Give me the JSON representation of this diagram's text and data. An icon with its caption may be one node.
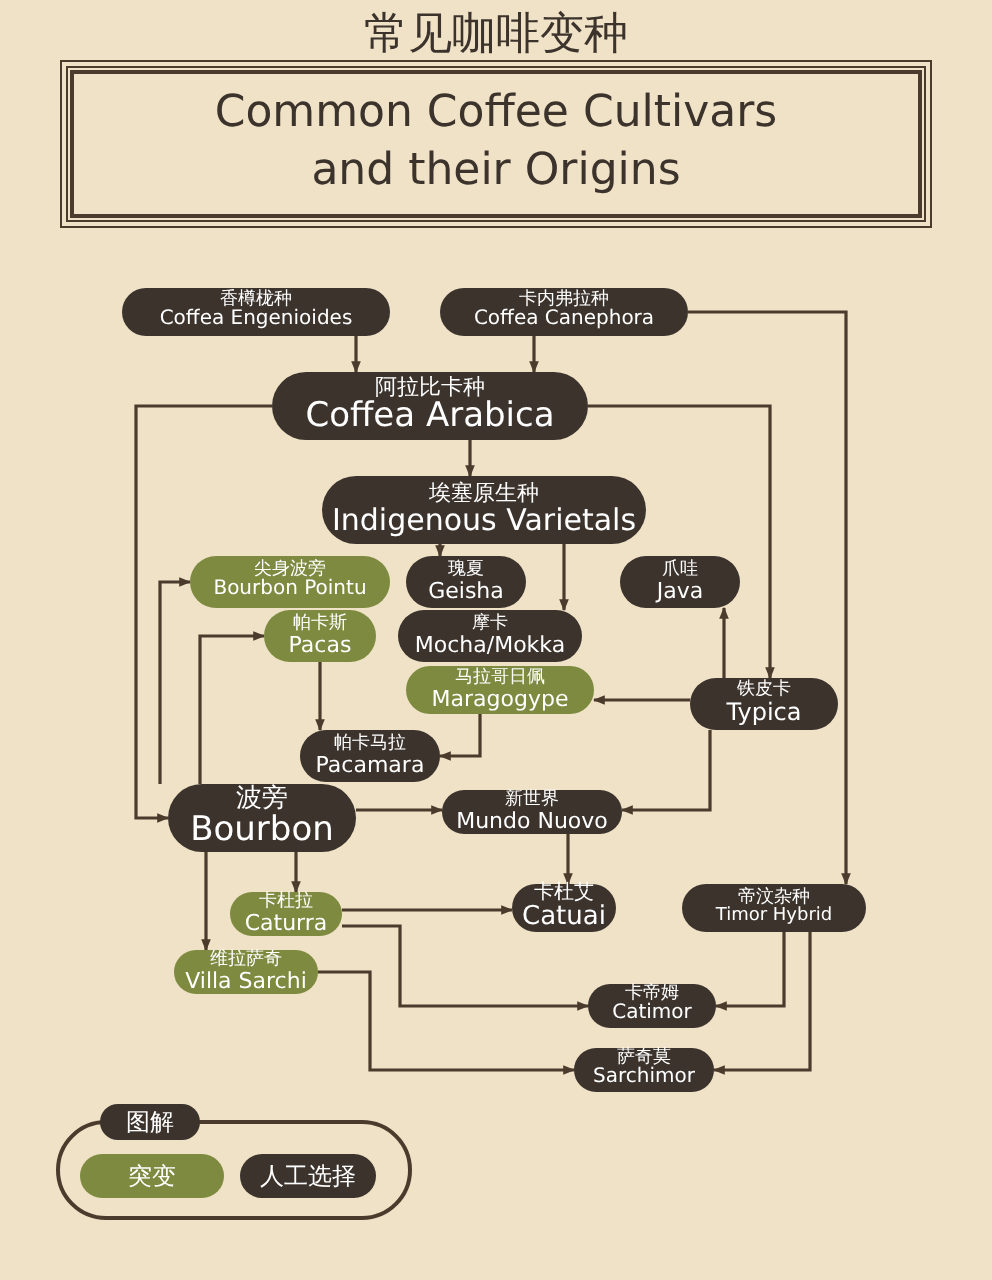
{
  "diagram": {
    "title": "常见咖啡变种",
    "nodes": [
      {
        "text": [
          "Common Coffee Cultivars and their Origins"
        ]
      },
      {
        "text": [
          "香樽栊种",
          "Coffea Engenioides"
        ]
      },
      {
        "text": [
          "卡内弗拉种",
          "Coffea Canephora"
        ]
      },
      {
        "text": [
          "阿拉比卡种",
          "Coffea Arabica"
        ]
      },
      {
        "text": [
          "埃塞原生种",
          "Indigenous Varietals"
        ]
      },
      {
        "text": [
          "尖身波旁",
          "Bourbon Pointu"
        ]
      },
      {
        "text": [
          "瑰夏",
          "Geisha"
        ]
      },
      {
        "text": [
          "爪哇",
          "Java"
        ]
      },
      {
        "text": [
          "帕卡斯",
          "Pacas"
        ]
      },
      {
        "text": [
          "摩卡",
          "Mocha/Mokka"
        ]
      },
      {
        "text": [
          "马拉哥日佩",
          "Maragogype"
        ]
      },
      {
        "text": [
          "铁皮卡",
          "Typica"
        ]
      },
      {
        "text": [
          "帕卡马拉",
          "Pacamara"
        ]
      },
      {
        "text": [
          "波旁",
          "Bourbon"
        ]
      },
      {
        "text": [
          "新世界",
          "Mundo Nuovo"
        ]
      },
      {
        "text": [
          "卡杜拉",
          "Caturra"
        ]
      },
      {
        "text": [
          "卡杜艾",
          "Catuai"
        ]
      },
      {
        "text": [
          "帝汶杂种",
          "Timor Hybrid"
        ]
      },
      {
        "text": [
          "维拉萨奇",
          "Villa Sarchi"
        ]
      },
      {
        "text": [
          "卡帝姆",
          "Catimor"
        ]
      },
      {
        "text": [
          "萨奇莫",
          "Sarchimor"
        ]
      }
    ],
    "edges": [
      {
        "from": 1,
        "to": 3,
        "arrow": "to"
      },
      {
        "from": 2,
        "to": 3,
        "arrow": "to"
      },
      {
        "from": 2,
        "to": 17,
        "arrow": "to"
      },
      {
        "from": 3,
        "to": 4,
        "arrow": "to"
      },
      {
        "from": 3,
        "to": 13,
        "arrow": "to"
      },
      {
        "from": 3,
        "to": 11,
        "arrow": "to"
      },
      {
        "from": 4,
        "to": 6,
        "arrow": "to"
      },
      {
        "from": 4,
        "to": 9,
        "arrow": "to"
      },
      {
        "from": 11,
        "to": 7,
        "arrow": "to"
      },
      {
        "from": 13,
        "to": 5,
        "arrow": "to"
      },
      {
        "from": 13,
        "to": 8,
        "arrow": "to"
      },
      {
        "from": 11,
        "to": 10,
        "arrow": "to"
      },
      {
        "from": 8,
        "to": 12,
        "arrow": "to"
      },
      {
        "from": 10,
        "to": 12,
        "arrow": "to"
      },
      {
        "from": 13,
        "to": 14,
        "arrow": "to"
      },
      {
        "from": 11,
        "to": 14,
        "arrow": "to"
      },
      {
        "from": 13,
        "to": 15,
        "arrow": "to"
      },
      {
        "from": 13,
        "to": 18,
        "arrow": "to"
      },
      {
        "from": 14,
        "to": 16,
        "arrow": "to"
      },
      {
        "from": 15,
        "to": 16,
        "arrow": "to"
      },
      {
        "from": 15,
        "to": 19,
        "arrow": "to"
      },
      {
        "from": 17,
        "to": 19,
        "arrow": "to"
      },
      {
        "from": 18,
        "to": 20,
        "arrow": "to"
      },
      {
        "from": 17,
        "to": 20,
        "arrow": "to"
      }
    ],
    "labels": [
      "图解"
    ],
    "legend": [
      {
        "text": "突变",
        "color": "#7d8a3f"
      },
      {
        "text": "人工选择",
        "color": "#3b332c"
      }
    ]
  }
}
